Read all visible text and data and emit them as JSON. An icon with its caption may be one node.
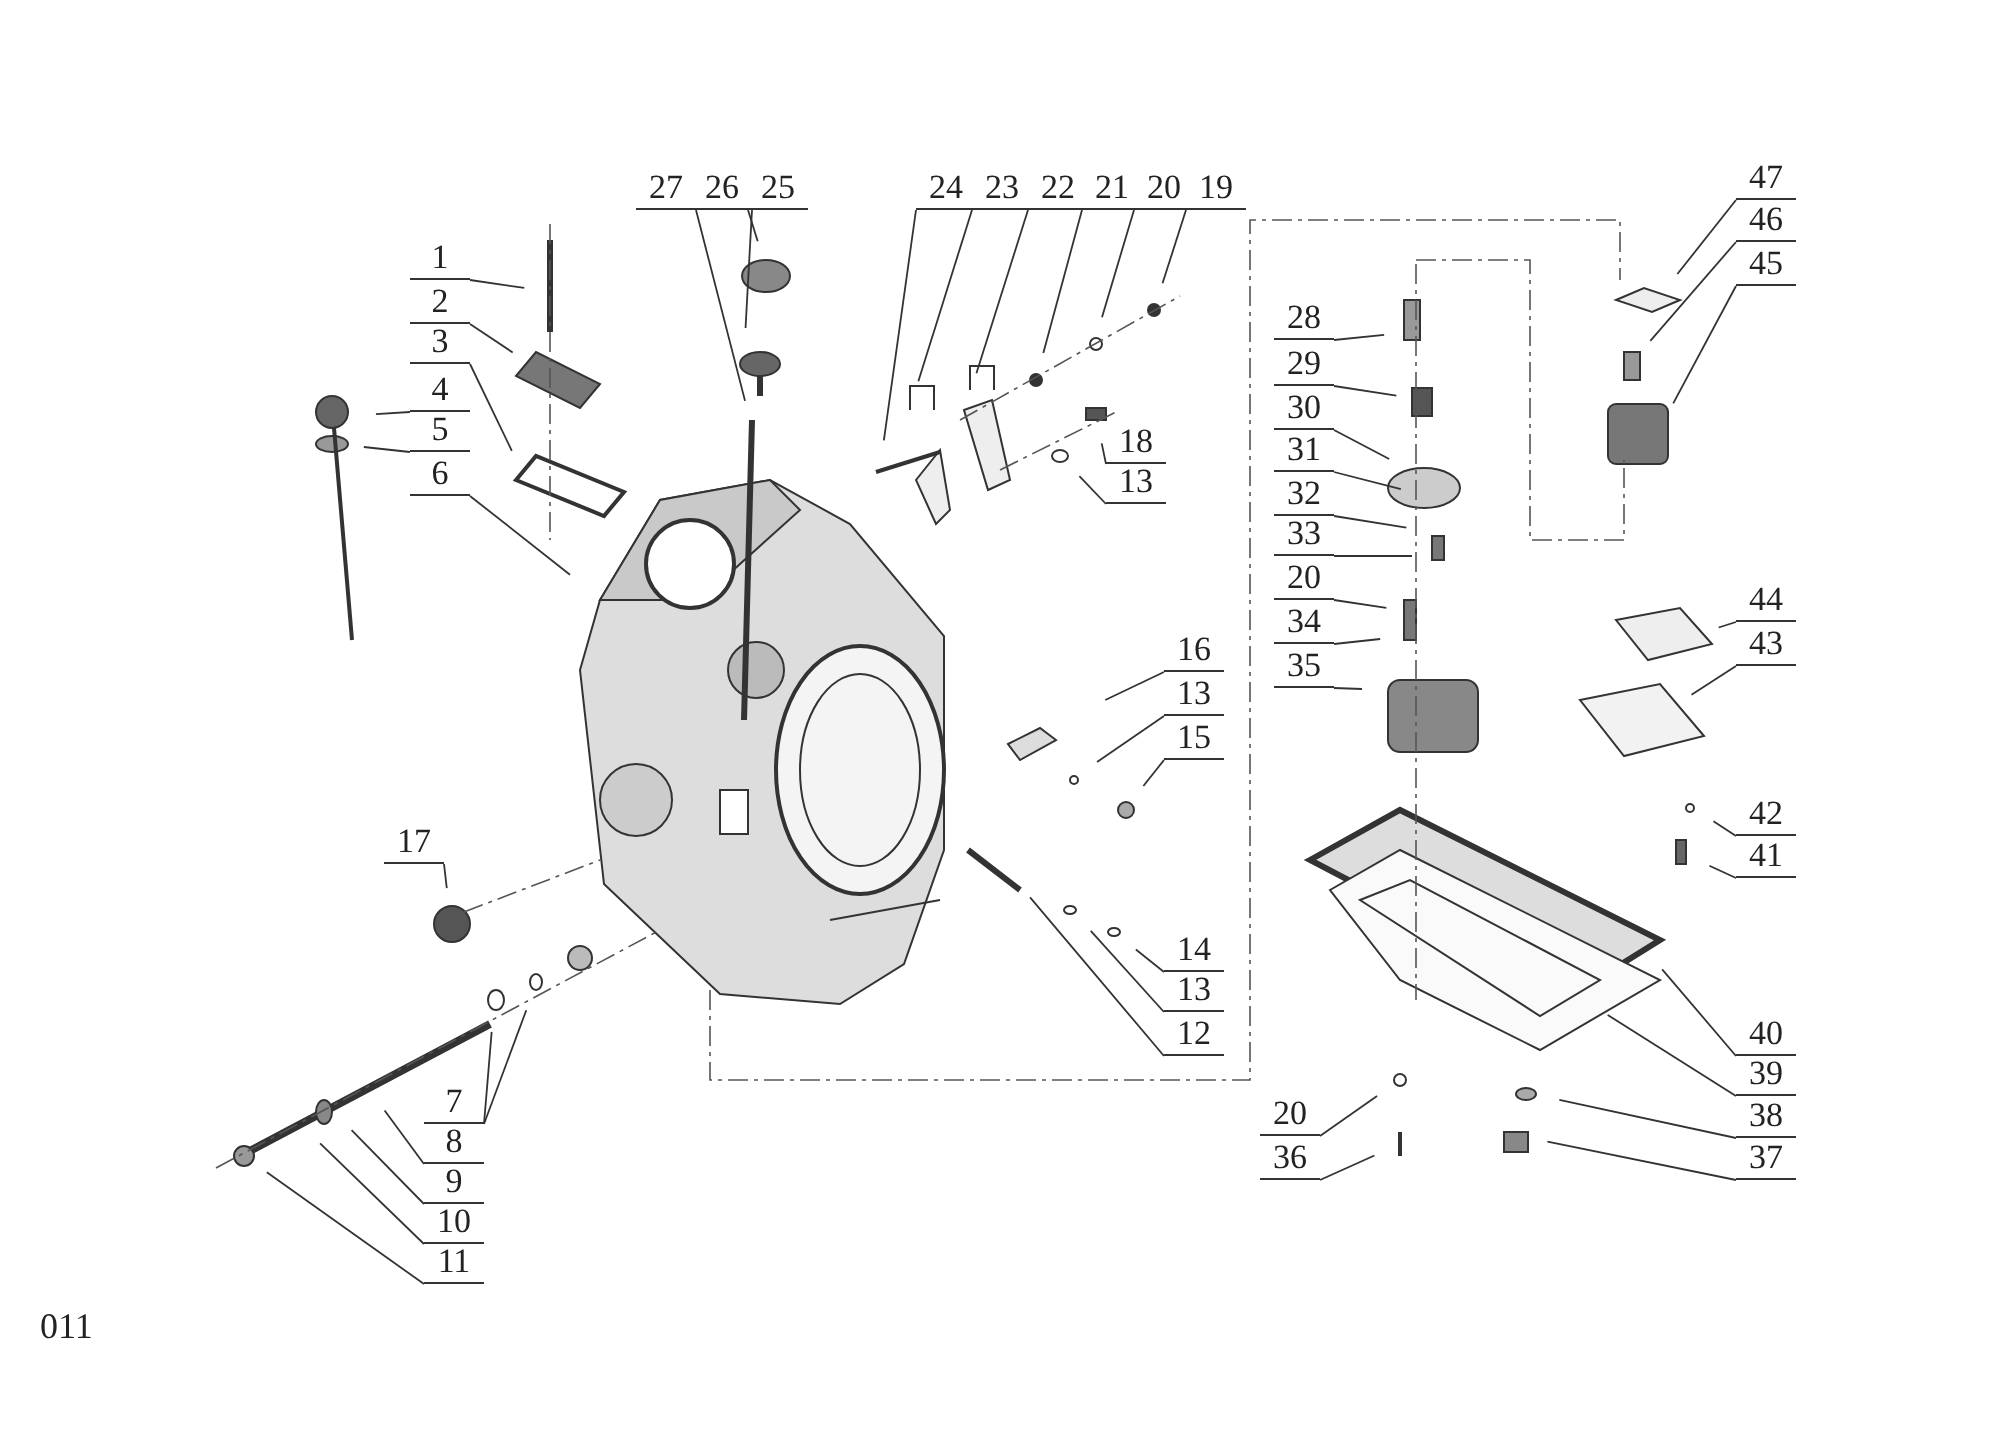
{
  "diagram": {
    "nodes": [
      {
        "text": [
          "1"
        ]
      },
      {
        "text": [
          "2"
        ]
      },
      {
        "text": [
          "3"
        ]
      },
      {
        "text": [
          "4"
        ]
      },
      {
        "text": [
          "5"
        ]
      },
      {
        "text": [
          "6"
        ]
      },
      {
        "text": [
          "27"
        ]
      },
      {
        "text": [
          "26"
        ]
      },
      {
        "text": [
          "25"
        ]
      },
      {
        "text": [
          "24"
        ]
      },
      {
        "text": [
          "23"
        ]
      },
      {
        "text": [
          "22"
        ]
      },
      {
        "text": [
          "21"
        ]
      },
      {
        "text": [
          "20"
        ]
      },
      {
        "text": [
          "19"
        ]
      },
      {
        "text": [
          "18"
        ]
      },
      {
        "text": [
          "13"
        ]
      },
      {
        "text": [
          "16"
        ]
      },
      {
        "text": [
          "13"
        ]
      },
      {
        "text": [
          "15"
        ]
      },
      {
        "text": [
          "17"
        ]
      },
      {
        "text": [
          "14"
        ]
      },
      {
        "text": [
          "13"
        ]
      },
      {
        "text": [
          "12"
        ]
      },
      {
        "text": [
          "7"
        ]
      },
      {
        "text": [
          "8"
        ]
      },
      {
        "text": [
          "9"
        ]
      },
      {
        "text": [
          "10"
        ]
      },
      {
        "text": [
          "11"
        ]
      },
      {
        "text": [
          "28"
        ]
      },
      {
        "text": [
          "29"
        ]
      },
      {
        "text": [
          "30"
        ]
      },
      {
        "text": [
          "31"
        ]
      },
      {
        "text": [
          "32"
        ]
      },
      {
        "text": [
          "33"
        ]
      },
      {
        "text": [
          "20"
        ]
      },
      {
        "text": [
          "34"
        ]
      },
      {
        "text": [
          "35"
        ]
      },
      {
        "text": [
          "47"
        ]
      },
      {
        "text": [
          "46"
        ]
      },
      {
        "text": [
          "45"
        ]
      },
      {
        "text": [
          "44"
        ]
      },
      {
        "text": [
          "43"
        ]
      },
      {
        "text": [
          "42"
        ]
      },
      {
        "text": [
          "41"
        ]
      },
      {
        "text": [
          "40"
        ]
      },
      {
        "text": [
          "39"
        ]
      },
      {
        "text": [
          "38"
        ]
      },
      {
        "text": [
          "37"
        ]
      },
      {
        "text": [
          "20"
        ]
      },
      {
        "text": [
          "36"
        ]
      }
    ],
    "edges": [
      {
        "from": 0,
        "to": null,
        "arrow": "none"
      },
      {
        "from": 1,
        "to": null,
        "arrow": "none"
      },
      {
        "from": 2,
        "to": null,
        "arrow": "none"
      },
      {
        "from": 3,
        "to": null,
        "arrow": "none"
      },
      {
        "from": 4,
        "to": null,
        "arrow": "none"
      },
      {
        "from": 5,
        "to": null,
        "arrow": "none"
      },
      {
        "from": 6,
        "to": null,
        "arrow": "none"
      },
      {
        "from": 7,
        "to": null,
        "arrow": "none"
      },
      {
        "from": 8,
        "to": null,
        "arrow": "none"
      },
      {
        "from": 9,
        "to": null,
        "arrow": "none"
      },
      {
        "from": 10,
        "to": null,
        "arrow": "none"
      },
      {
        "from": 11,
        "to": null,
        "arrow": "none"
      },
      {
        "from": 12,
        "to": null,
        "arrow": "none"
      },
      {
        "from": 13,
        "to": null,
        "arrow": "none"
      },
      {
        "from": 14,
        "to": null,
        "arrow": "none"
      },
      {
        "from": 15,
        "to": null,
        "arrow": "none"
      },
      {
        "from": 16,
        "to": null,
        "arrow": "none"
      },
      {
        "from": 17,
        "to": null,
        "arrow": "none"
      },
      {
        "from": 18,
        "to": null,
        "arrow": "none"
      },
      {
        "from": 19,
        "to": null,
        "arrow": "none"
      },
      {
        "from": 20,
        "to": null,
        "arrow": "none"
      },
      {
        "from": 21,
        "to": null,
        "arrow": "none"
      },
      {
        "from": 22,
        "to": null,
        "arrow": "none"
      },
      {
        "from": 23,
        "to": null,
        "arrow": "none"
      },
      {
        "from": 24,
        "to": null,
        "arrow": "none"
      },
      {
        "from": 24,
        "to": null,
        "arrow": "none"
      },
      {
        "from": 25,
        "to": null,
        "arrow": "none"
      },
      {
        "from": 26,
        "to": null,
        "arrow": "none"
      },
      {
        "from": 27,
        "to": null,
        "arrow": "none"
      },
      {
        "from": 28,
        "to": null,
        "arrow": "none"
      },
      {
        "from": 29,
        "to": null,
        "arrow": "none"
      },
      {
        "from": 30,
        "to": null,
        "arrow": "none"
      },
      {
        "from": 31,
        "to": null,
        "arrow": "none"
      },
      {
        "from": 32,
        "to": null,
        "arrow": "none"
      },
      {
        "from": 33,
        "to": null,
        "arrow": "none"
      },
      {
        "from": 34,
        "to": null,
        "arrow": "none"
      },
      {
        "from": 35,
        "to": null,
        "arrow": "none"
      },
      {
        "from": 36,
        "to": null,
        "arrow": "none"
      },
      {
        "from": 37,
        "to": null,
        "arrow": "none"
      },
      {
        "from": 38,
        "to": null,
        "arrow": "none"
      },
      {
        "from": 39,
        "to": null,
        "arrow": "none"
      },
      {
        "from": 40,
        "to": null,
        "arrow": "none"
      },
      {
        "from": 41,
        "to": null,
        "arrow": "none"
      },
      {
        "from": 42,
        "to": null,
        "arrow": "none"
      },
      {
        "from": 43,
        "to": null,
        "arrow": "none"
      },
      {
        "from": 44,
        "to": null,
        "arrow": "none"
      },
      {
        "from": 45,
        "to": null,
        "arrow": "none"
      },
      {
        "from": 46,
        "to": null,
        "arrow": "none"
      },
      {
        "from": 47,
        "to": null,
        "arrow": "none"
      },
      {
        "from": 48,
        "to": null,
        "arrow": "none"
      },
      {
        "from": 49,
        "to": null,
        "arrow": "none"
      },
      {
        "from": 50,
        "to": null,
        "arrow": "none"
      }
    ],
    "labels": [
      "011"
    ]
  }
}
